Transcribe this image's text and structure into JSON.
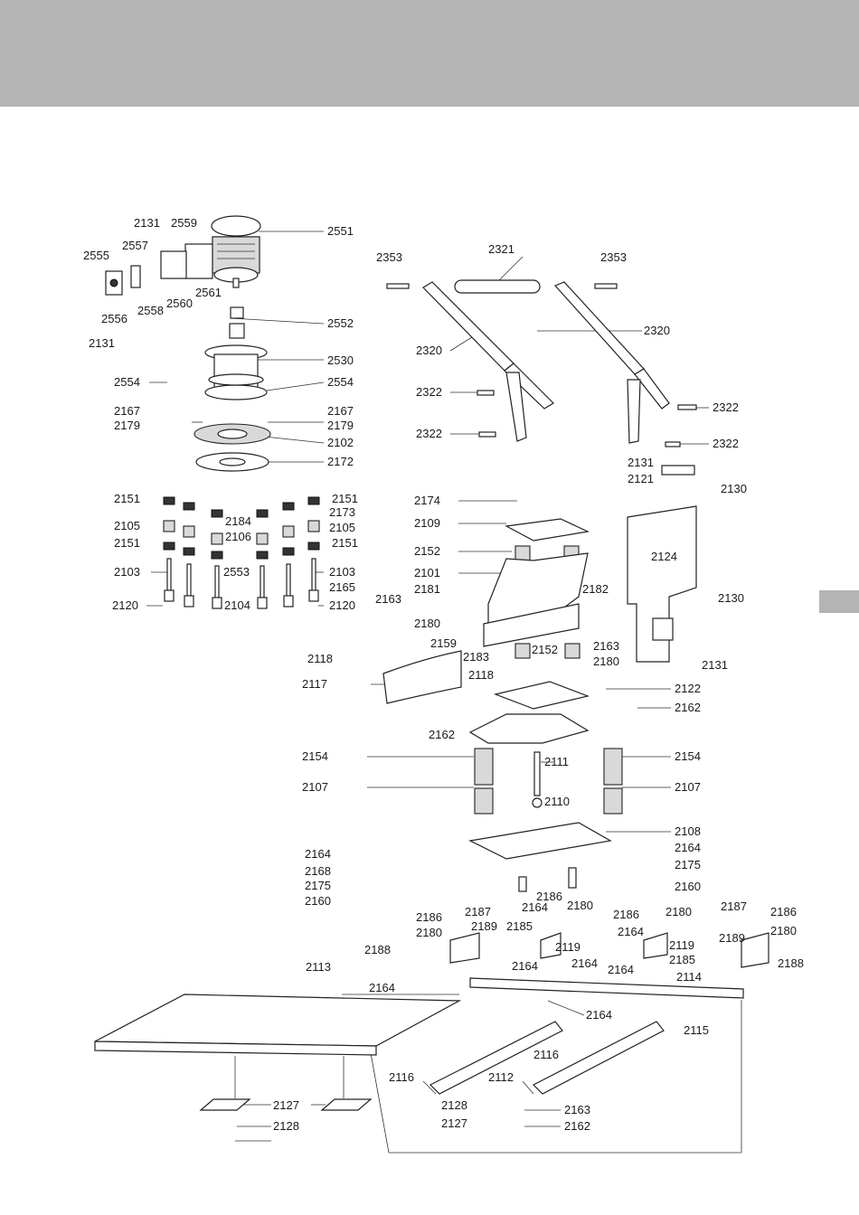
{
  "labels": [
    "2131",
    "2559",
    "2551",
    "2555",
    "2557",
    "2556",
    "2558",
    "2560",
    "2561",
    "2131",
    "2552",
    "2530",
    "2554",
    "2554",
    "2167",
    "2167",
    "2179",
    "2179",
    "2102",
    "2172",
    "2151",
    "2151",
    "2105",
    "2184",
    "2106",
    "2105",
    "2173",
    "2151",
    "2151",
    "2103",
    "2553",
    "2103",
    "2165",
    "2120",
    "2104",
    "2120",
    "2353",
    "2321",
    "2353",
    "2320",
    "2320",
    "2322",
    "2322",
    "2322",
    "2322",
    "2131",
    "2130",
    "2121",
    "2174",
    "2109",
    "2124",
    "2152",
    "2101",
    "2181",
    "2163",
    "2180",
    "2159",
    "2183",
    "2182",
    "2163",
    "2180",
    "2130",
    "2131",
    "2118",
    "2118",
    "2117",
    "2152",
    "2122",
    "2162",
    "2162",
    "2154",
    "2111",
    "2154",
    "2107",
    "2110",
    "2107",
    "2108",
    "2164",
    "2164",
    "2168",
    "2175",
    "2175",
    "2160",
    "2160",
    "2186",
    "2187",
    "2186",
    "2180",
    "2189",
    "2185",
    "2180",
    "2164",
    "2188",
    "2119",
    "2164",
    "2164",
    "2186",
    "2180",
    "2187",
    "2186",
    "2164",
    "2119",
    "2180",
    "2189",
    "2185",
    "2188",
    "2164",
    "2113",
    "2164",
    "2114",
    "2164",
    "2115",
    "2116",
    "2116",
    "2112",
    "2127",
    "2128",
    "2127",
    "2163",
    "2128",
    "2162"
  ]
}
